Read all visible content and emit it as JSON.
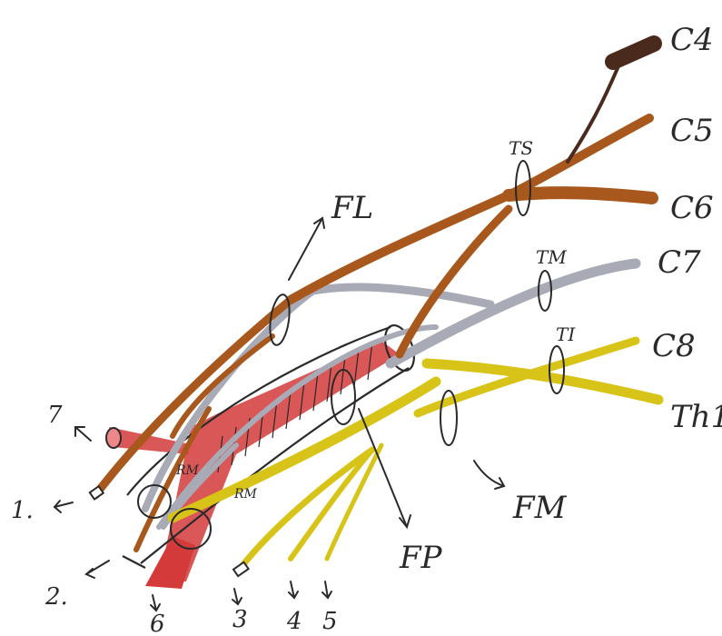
{
  "diagram": {
    "roots": {
      "c4": "C4",
      "c5": "C5",
      "c6": "C6",
      "c7": "C7",
      "c8": "C8",
      "th1": "Th1"
    },
    "trunks": {
      "ts": "TS",
      "tm": "TM",
      "ti": "TI"
    },
    "fasciculi": {
      "fl": "FL",
      "fm": "FM",
      "fp": "FP"
    },
    "numbers": {
      "n1": "1.",
      "n2": "2.",
      "n3": "3",
      "n4": "4",
      "n5": "5",
      "n6": "6",
      "n7": "7"
    },
    "small": {
      "rm": "RM"
    },
    "colors": {
      "c4_root": "#4a2a1c",
      "upper_brown": "#a8581c",
      "middle_gray": "#a8aab6",
      "lower_yellow": "#d8c418",
      "artery_red": "#d43a3a",
      "ink": "#2a2a2a"
    }
  }
}
